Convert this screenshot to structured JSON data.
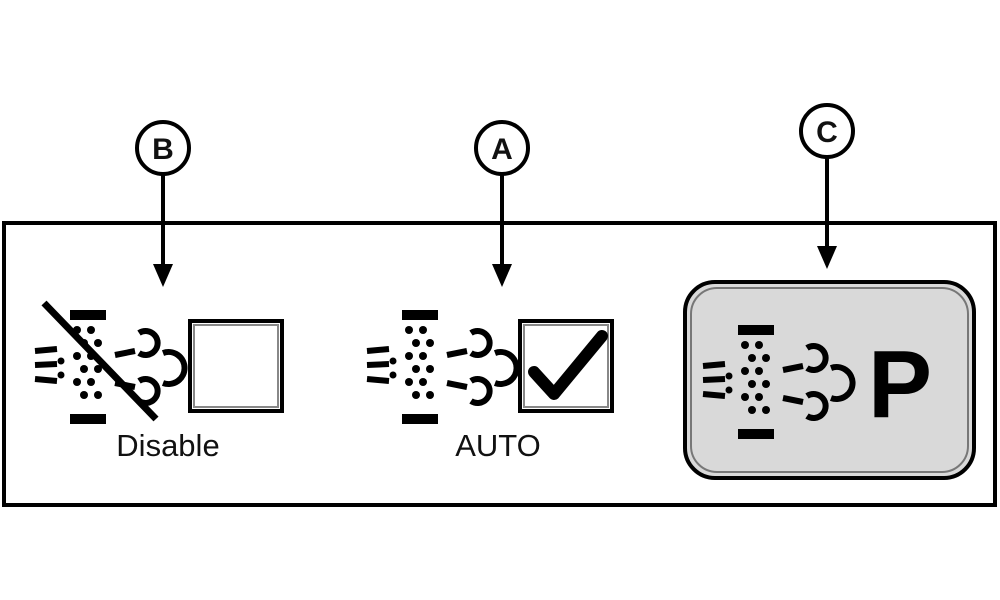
{
  "callouts": {
    "b": "B",
    "a": "A",
    "c": "C"
  },
  "panel": {
    "disable_label": "Disable",
    "auto_label": "AUTO",
    "button_letter": "P"
  },
  "state": {
    "disable_checked": false,
    "auto_checked": true
  },
  "icons": {
    "disable": "exhaust-filter-disabled-icon",
    "auto": "exhaust-filter-icon",
    "button": "exhaust-filter-icon"
  },
  "colors": {
    "button_fill": "#d9d9d9",
    "checkbox_fill": "#ffffff",
    "line": "#000000"
  }
}
